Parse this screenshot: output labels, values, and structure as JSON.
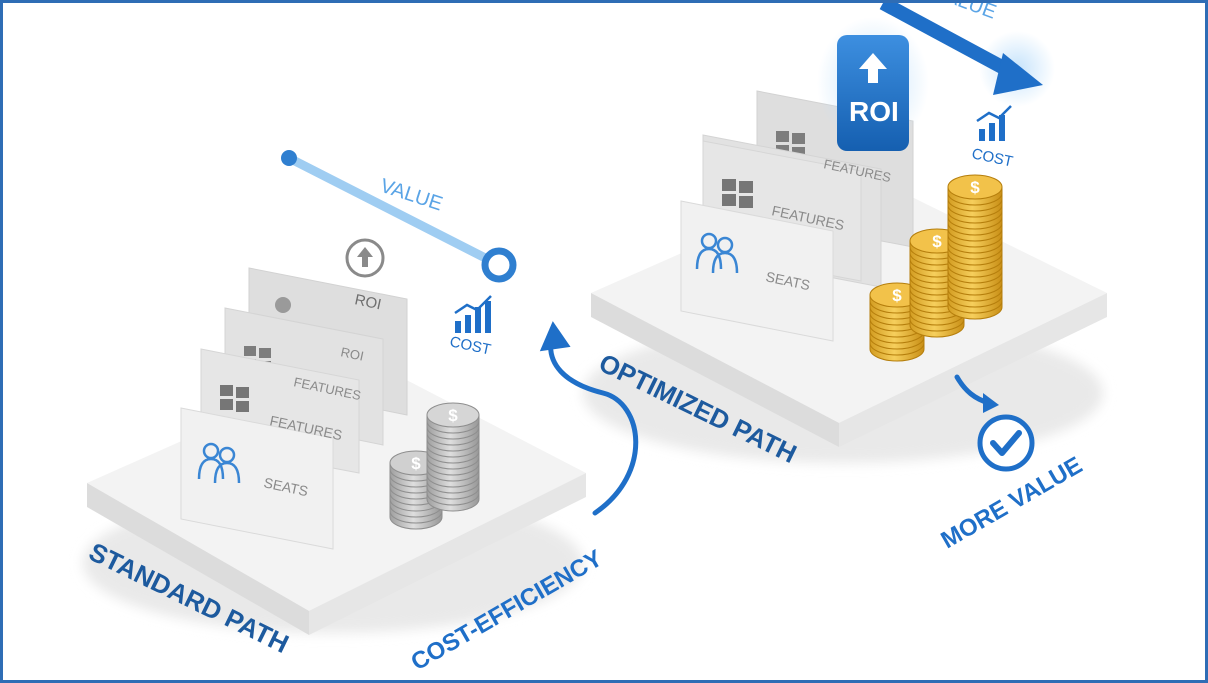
{
  "standard_path": {
    "label": "STANDARD PATH",
    "value_label": "VALUE",
    "roi_label": "ROI",
    "cost_label": "COST",
    "cards": [
      "ROI",
      "FEATURES",
      "FEATURES",
      "SEATS"
    ]
  },
  "transition": {
    "label": "COST-EFFICIENCY"
  },
  "optimized_path": {
    "label": "OPTIMIZED PATH",
    "value_label": "VALUE",
    "roi_label": "ROI",
    "cost_label": "COST",
    "cards": [
      "FEATURES",
      "FEATURES",
      "SEATS"
    ]
  },
  "outcome": {
    "label": "MORE VALUE"
  },
  "colors": {
    "brand_blue": "#1f6fc8",
    "dark_blue": "#1d5a9e",
    "light_blue": "#8cc3ef",
    "gold": "#e6b43a",
    "silver": "#b9b9b9",
    "card_gray": "#e3e3e3"
  }
}
